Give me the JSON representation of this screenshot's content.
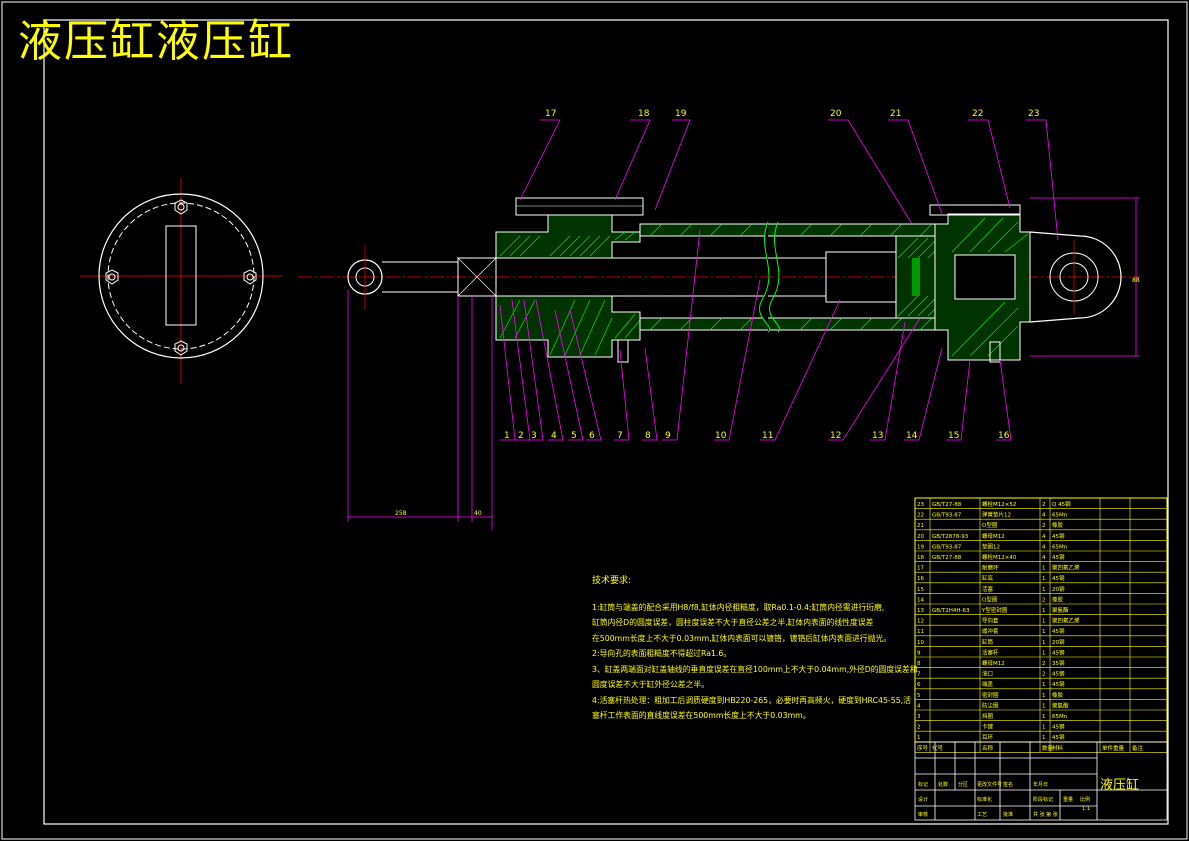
{
  "drawing": {
    "title": "液压缸液压缸",
    "titleblock_name": "液压缸",
    "colors": {
      "background": "#000000",
      "frame": "#ffffff",
      "outline": "#ffffff",
      "hatch": "#00ff00",
      "leader": "#ff00ff",
      "text": "#ffff00",
      "center": "#ff0000"
    }
  },
  "tech": {
    "heading": "技术要求:",
    "lines": [
      "1:缸筒与端盖的配合采用H8/f8,缸体内径粗糙度，取Ra0.1-0.4;缸筒内径需进行珩磨,",
      "缸筒内径D的圆度误差，圆柱度误差不大于直径公差之半,缸体内表面的线性度误差",
      "在500mm长度上不大于0.03mm,缸体内表面可以镀铬，镀铬后缸体内表面进行抛光。",
      "2:导向孔的表面粗糙度不得超过Ra1.6。",
      "3、缸盖两端面对缸盖轴线的垂直度误差在直径100mm上不大于0.04mm,外径D的圆度误差和",
      "圆度误差不大于缸外径公差之半。",
      "4:活塞杆热处理：粗加工后调质硬度到HB220-265，必要时再高频火，硬度到HRC45-55,活",
      "塞杆工作表面的直线度误差在500mm长度上不大于0.03mm。"
    ]
  },
  "balloons": {
    "top": [
      "17",
      "18",
      "19",
      "20",
      "21",
      "22",
      "23"
    ],
    "bottom": [
      "1",
      "2",
      "3",
      "4",
      "5",
      "6",
      "7",
      "8",
      "9",
      "10",
      "11",
      "12",
      "13",
      "14",
      "15",
      "16"
    ]
  },
  "dimension": {
    "length": "258",
    "left_small": "40",
    "height": "88"
  },
  "bom": {
    "rows": [
      [
        "23",
        "GB/T27-88",
        "螺栓M12×52",
        "2",
        "Q 45钢"
      ],
      [
        "22",
        "GB/T93-87",
        "弹簧垫片12",
        "4",
        "65Mn"
      ],
      [
        "21",
        "",
        "O型圈",
        "2",
        "橡胶"
      ],
      [
        "20",
        "GB/T2878-93",
        "螺母M12",
        "4",
        "45钢"
      ],
      [
        "19",
        "GB/T93-87",
        "垫圈12",
        "4",
        "65Mn"
      ],
      [
        "18",
        "GB/T27-88",
        "螺栓M12×40",
        "4",
        "45钢"
      ],
      [
        "17",
        "",
        "耐磨环",
        "1",
        "聚四氟乙烯"
      ],
      [
        "16",
        "",
        "缸底",
        "1",
        "45钢"
      ],
      [
        "15",
        "",
        "活塞",
        "1",
        "20钢"
      ],
      [
        "14",
        "",
        "O型圈",
        "2",
        "橡胶"
      ],
      [
        "13",
        "GB/T2H4H-63",
        "Y型密封圈",
        "1",
        "聚氨酯"
      ],
      [
        "12",
        "",
        "导向套",
        "1",
        "聚四氟乙烯"
      ],
      [
        "11",
        "",
        "缓冲套",
        "1",
        "45钢"
      ],
      [
        "10",
        "",
        "缸筒",
        "1",
        "20钢"
      ],
      [
        "9",
        "",
        "活塞杆",
        "1",
        "45钢"
      ],
      [
        "8",
        "",
        "螺母M12",
        "2",
        "35钢"
      ],
      [
        "7",
        "",
        "油口",
        "2",
        "45钢"
      ],
      [
        "6",
        "",
        "端盖",
        "1",
        "45钢"
      ],
      [
        "5",
        "",
        "密封圈",
        "1",
        "橡胶"
      ],
      [
        "4",
        "",
        "防尘圈",
        "1",
        "聚氨酯"
      ],
      [
        "3",
        "",
        "挡圈",
        "1",
        "65Mn"
      ],
      [
        "2",
        "",
        "卡键",
        "1",
        "45钢"
      ],
      [
        "1",
        "",
        "耳环",
        "1",
        "45钢"
      ]
    ],
    "header": [
      "序号",
      "代号",
      "名称",
      "数量",
      "材料",
      "单件重量",
      "备注"
    ]
  },
  "titleblock": {
    "labels": [
      "标记",
      "处数",
      "分区",
      "更改文件号",
      "签名",
      "年月日",
      "设计",
      "标准化",
      "阶段标记",
      "重量",
      "比例",
      "审核",
      "工艺",
      "批准",
      "共 张 第 张"
    ],
    "scale": "1:1"
  }
}
